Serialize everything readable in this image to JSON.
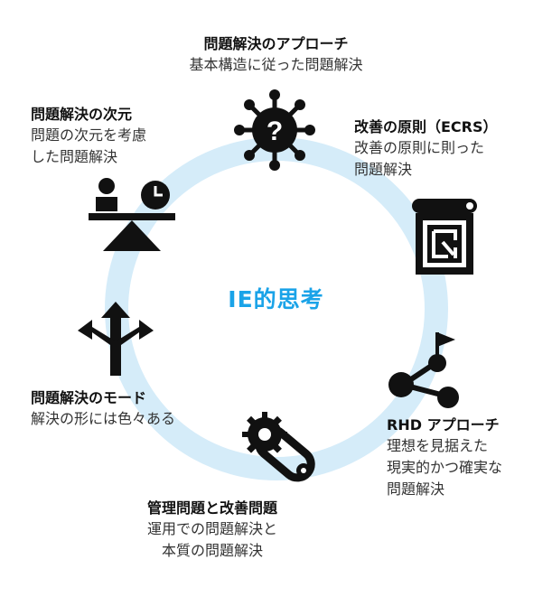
{
  "center": {
    "label": "IE的思考"
  },
  "nodes": [
    {
      "id": "approach",
      "title": "問題解決のアプローチ",
      "desc": "基本構造に従った問題解決",
      "icon": "virus-question-icon"
    },
    {
      "id": "ecrs",
      "title": "改善の原則（ECRS）",
      "desc": "改善の原則に則った\n問題解決",
      "icon": "blueprint-scroll-icon"
    },
    {
      "id": "rhd",
      "title": "RHD アプローチ",
      "desc": "理想を見据えた\n現実的かつ確実な\n問題解決",
      "icon": "route-flag-icon"
    },
    {
      "id": "management",
      "title": "管理問題と改善問題",
      "desc": "運用での問題解決と\n本質の問題解決",
      "icon": "gear-chain-icon"
    },
    {
      "id": "mode",
      "title": "問題解決のモード",
      "desc": "解決の形には色々ある",
      "icon": "direction-arrows-icon"
    },
    {
      "id": "dimension",
      "title": "問題解決の次元",
      "desc": "問題の次元を考慮\nした問題解決",
      "icon": "balance-person-clock-icon"
    }
  ],
  "colors": {
    "ring": "#d5ecf9",
    "center_text": "#1aa3e8",
    "icon": "#111111"
  }
}
